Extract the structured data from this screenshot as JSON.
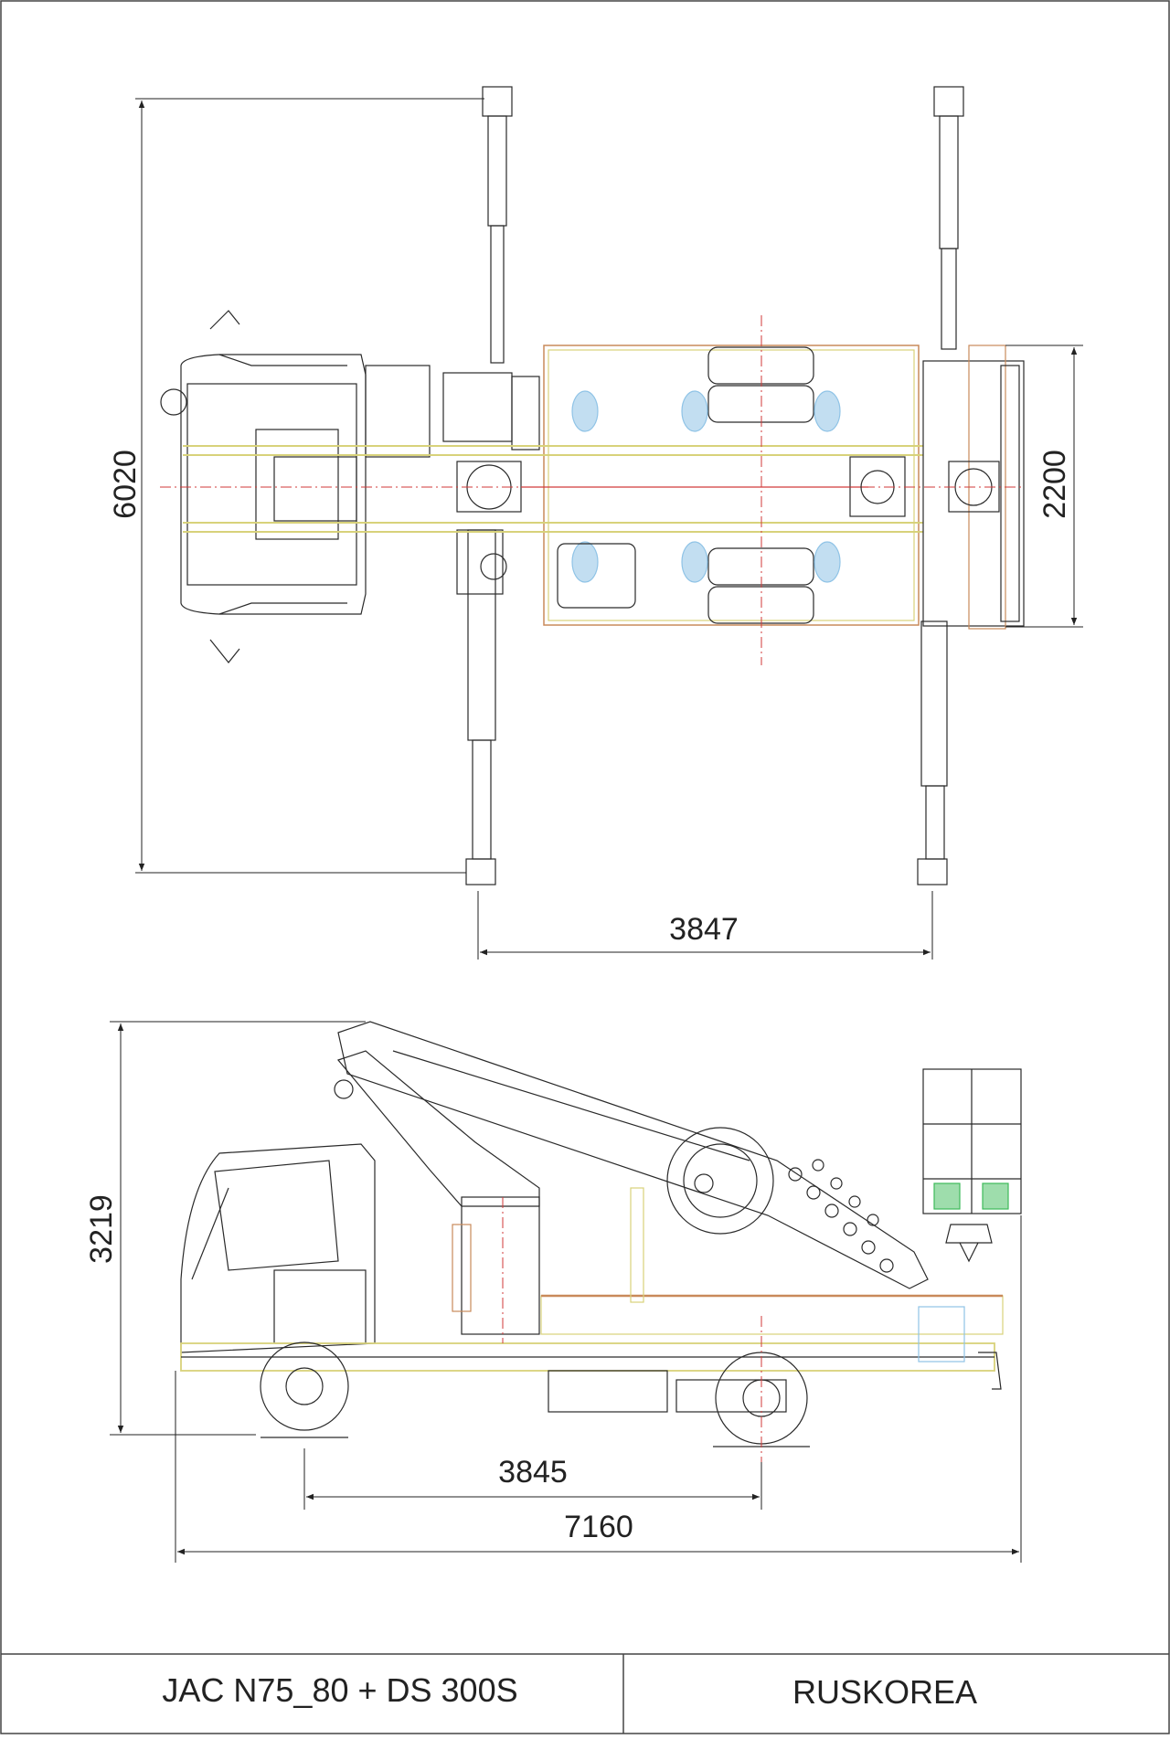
{
  "top_view": {
    "dim_outrigger_span": "6020",
    "dim_body_width": "2200",
    "dim_outrigger_spacing": "3847"
  },
  "side_view": {
    "dim_height": "3219",
    "dim_wheelbase": "3845",
    "dim_overall_length": "7160"
  },
  "title_block": {
    "model": "JAC N75_80 + DS 300S",
    "company": "RUSKOREA"
  },
  "colors": {
    "line": "#2a2a2a",
    "frame_yellow": "#d8d27a",
    "body_orange": "#c98a5a",
    "accent_blue": "#8fc3e6",
    "accent_green": "#3dbb5a",
    "centerline_red": "#d23a3a"
  }
}
